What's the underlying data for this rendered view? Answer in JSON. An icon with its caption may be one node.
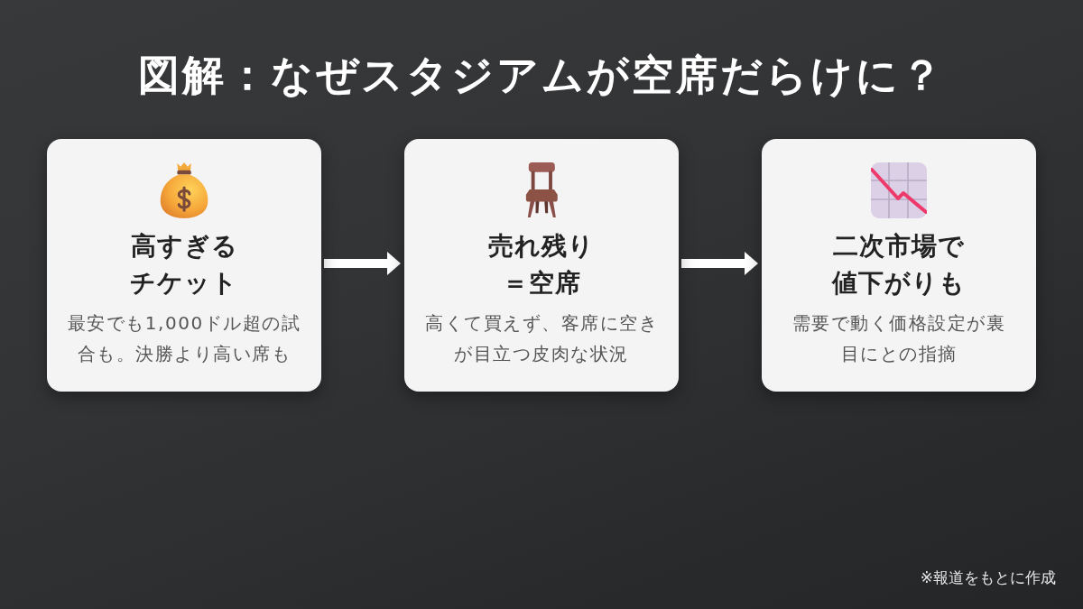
{
  "diagram": {
    "title": "図解：なぜスタジアムが空席だらけに？",
    "nodes": [
      {
        "text": [
          "高すぎるチケット",
          "最安でも1,000ドル超の試合も。決勝より高い席も"
        ]
      },
      {
        "text": [
          "売れ残り＝空席",
          "高くて買えず、客席に空きが目立つ皮肉な状況"
        ]
      },
      {
        "text": [
          "二次市場で値下がりも",
          "需要で動く価格設定が裏目にとの指摘"
        ]
      }
    ],
    "edges": [
      {
        "from": 0,
        "to": 1,
        "arrow": "to"
      },
      {
        "from": 1,
        "to": 2,
        "arrow": "to"
      }
    ],
    "labels": [
      "※報道をもとに作成"
    ]
  }
}
